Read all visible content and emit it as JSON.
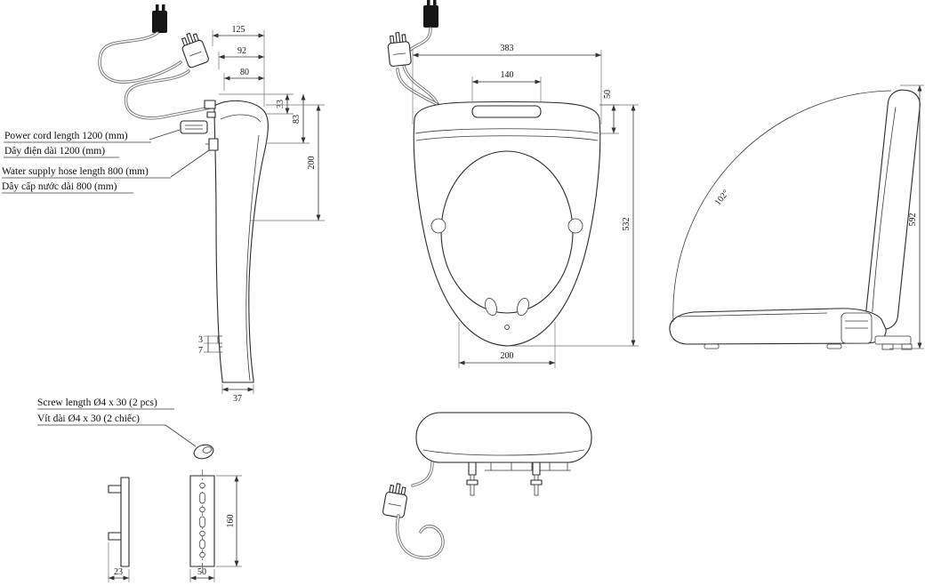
{
  "drawing": {
    "callouts": {
      "power_cord_en": "Power cord length 1200 (mm)",
      "power_cord_vi": "Dây điện dài 1200 (mm)",
      "water_hose_en": "Water supply hose length 800 (mm)",
      "water_hose_vi": "Dây cấp nước dài 800 (mm)",
      "screw_en": "Screw length Ø4 x 30 (2 pcs)",
      "screw_vi": "Vít dài Ø4 x 30 (2 chiếc)"
    },
    "side_view_closed": {
      "width_top": "125",
      "width_mid": "92",
      "width_inner": "80",
      "height_upper": "33",
      "height_mid": "83",
      "height_total": "200",
      "step_a": "3",
      "step_b": "7",
      "base_width": "37"
    },
    "top_view": {
      "overall_width": "383",
      "nozzle_width": "140",
      "tank_depth": "50",
      "overall_depth": "532",
      "bolt_spacing": "200"
    },
    "open_view": {
      "lid_angle": "102°",
      "open_height": "592"
    },
    "mounting_plate": {
      "side_width": "23",
      "front_width": "50",
      "height": "160"
    }
  }
}
